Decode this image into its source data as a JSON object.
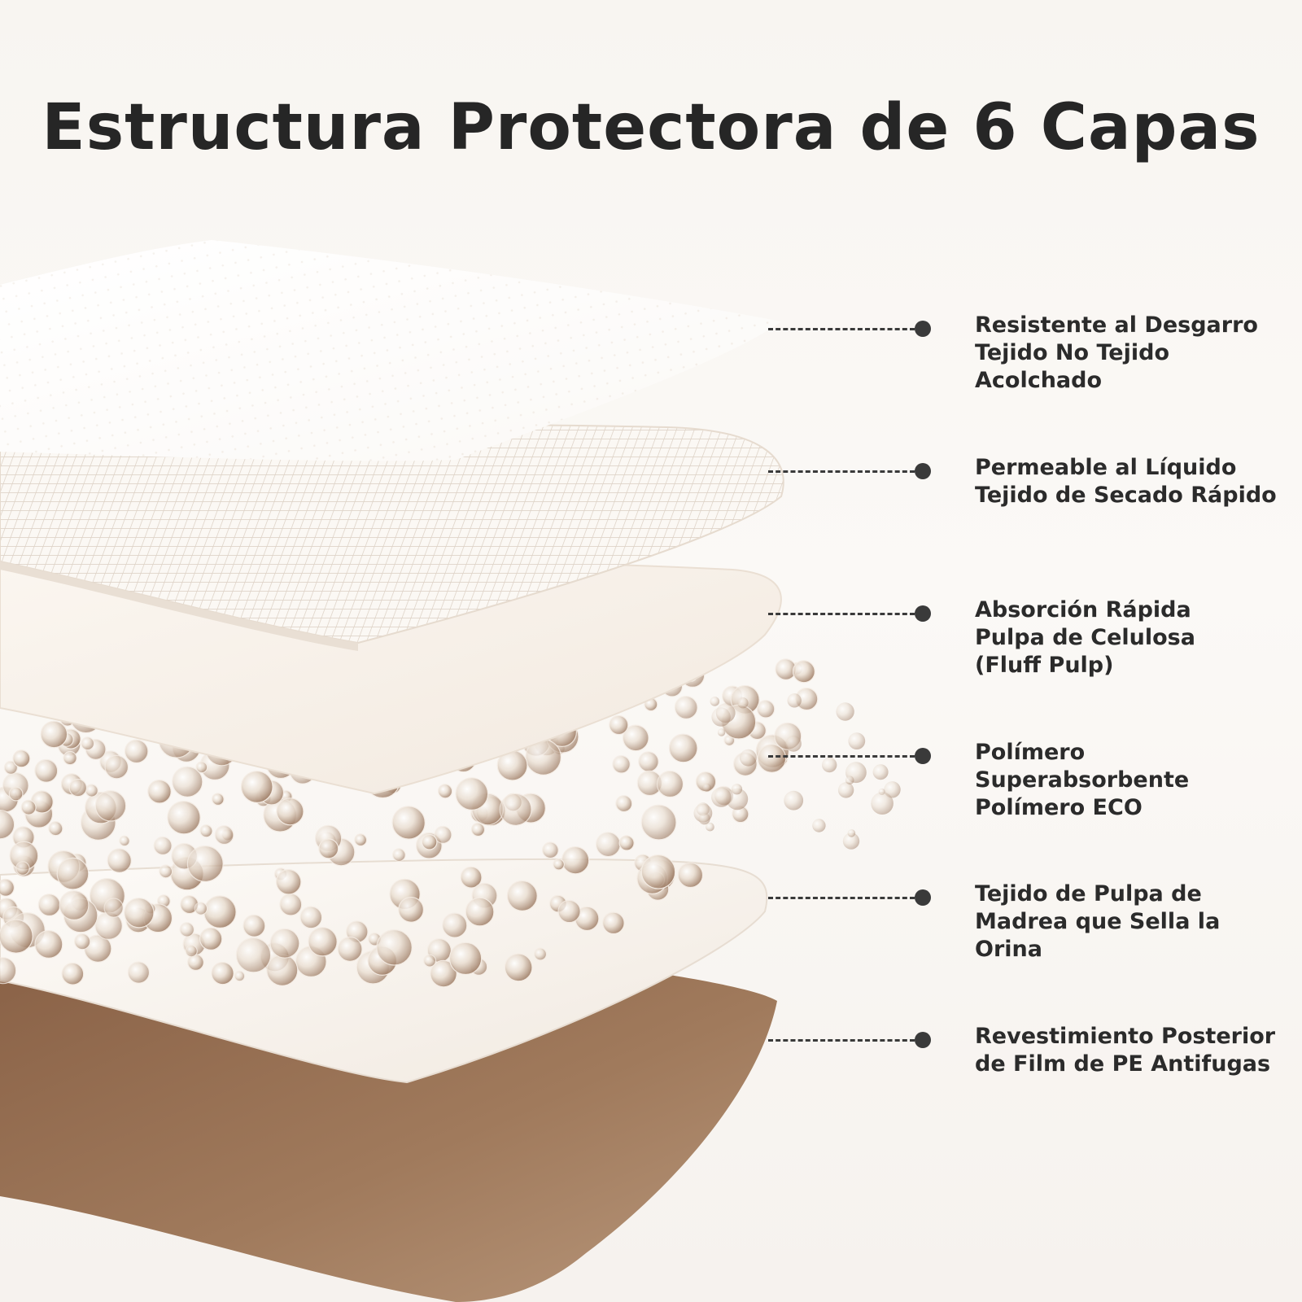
{
  "title": "Estructura Protectora de 6 Capas",
  "colors": {
    "background": "#f8f5f1",
    "title_text": "#262626",
    "label_text": "#2b2b2b",
    "leader": "#3a3a3a",
    "layer_white": "#ffffff",
    "layer_cream": "#f5eee6",
    "bead_tint": "#b89880",
    "backsheet": "#9c7456"
  },
  "layers": [
    {
      "lines": [
        "Resistente al Desgarro",
        "Tejido No Tejido",
        "Acolchado"
      ]
    },
    {
      "lines": [
        "Permeable al Líquido",
        "Tejido de Secado Rápido"
      ]
    },
    {
      "lines": [
        "Absorción Rápida",
        "Pulpa de Celulosa",
        "(Fluff Pulp)"
      ]
    },
    {
      "lines": [
        "Polímero",
        "Superabsorbente",
        "Polímero ECO"
      ]
    },
    {
      "lines": [
        "Tejido de Pulpa de",
        "Madrea que Sella la",
        "Orina"
      ]
    },
    {
      "lines": [
        "Revestimiento Posterior",
        "de Film de PE Antifugas"
      ]
    }
  ]
}
